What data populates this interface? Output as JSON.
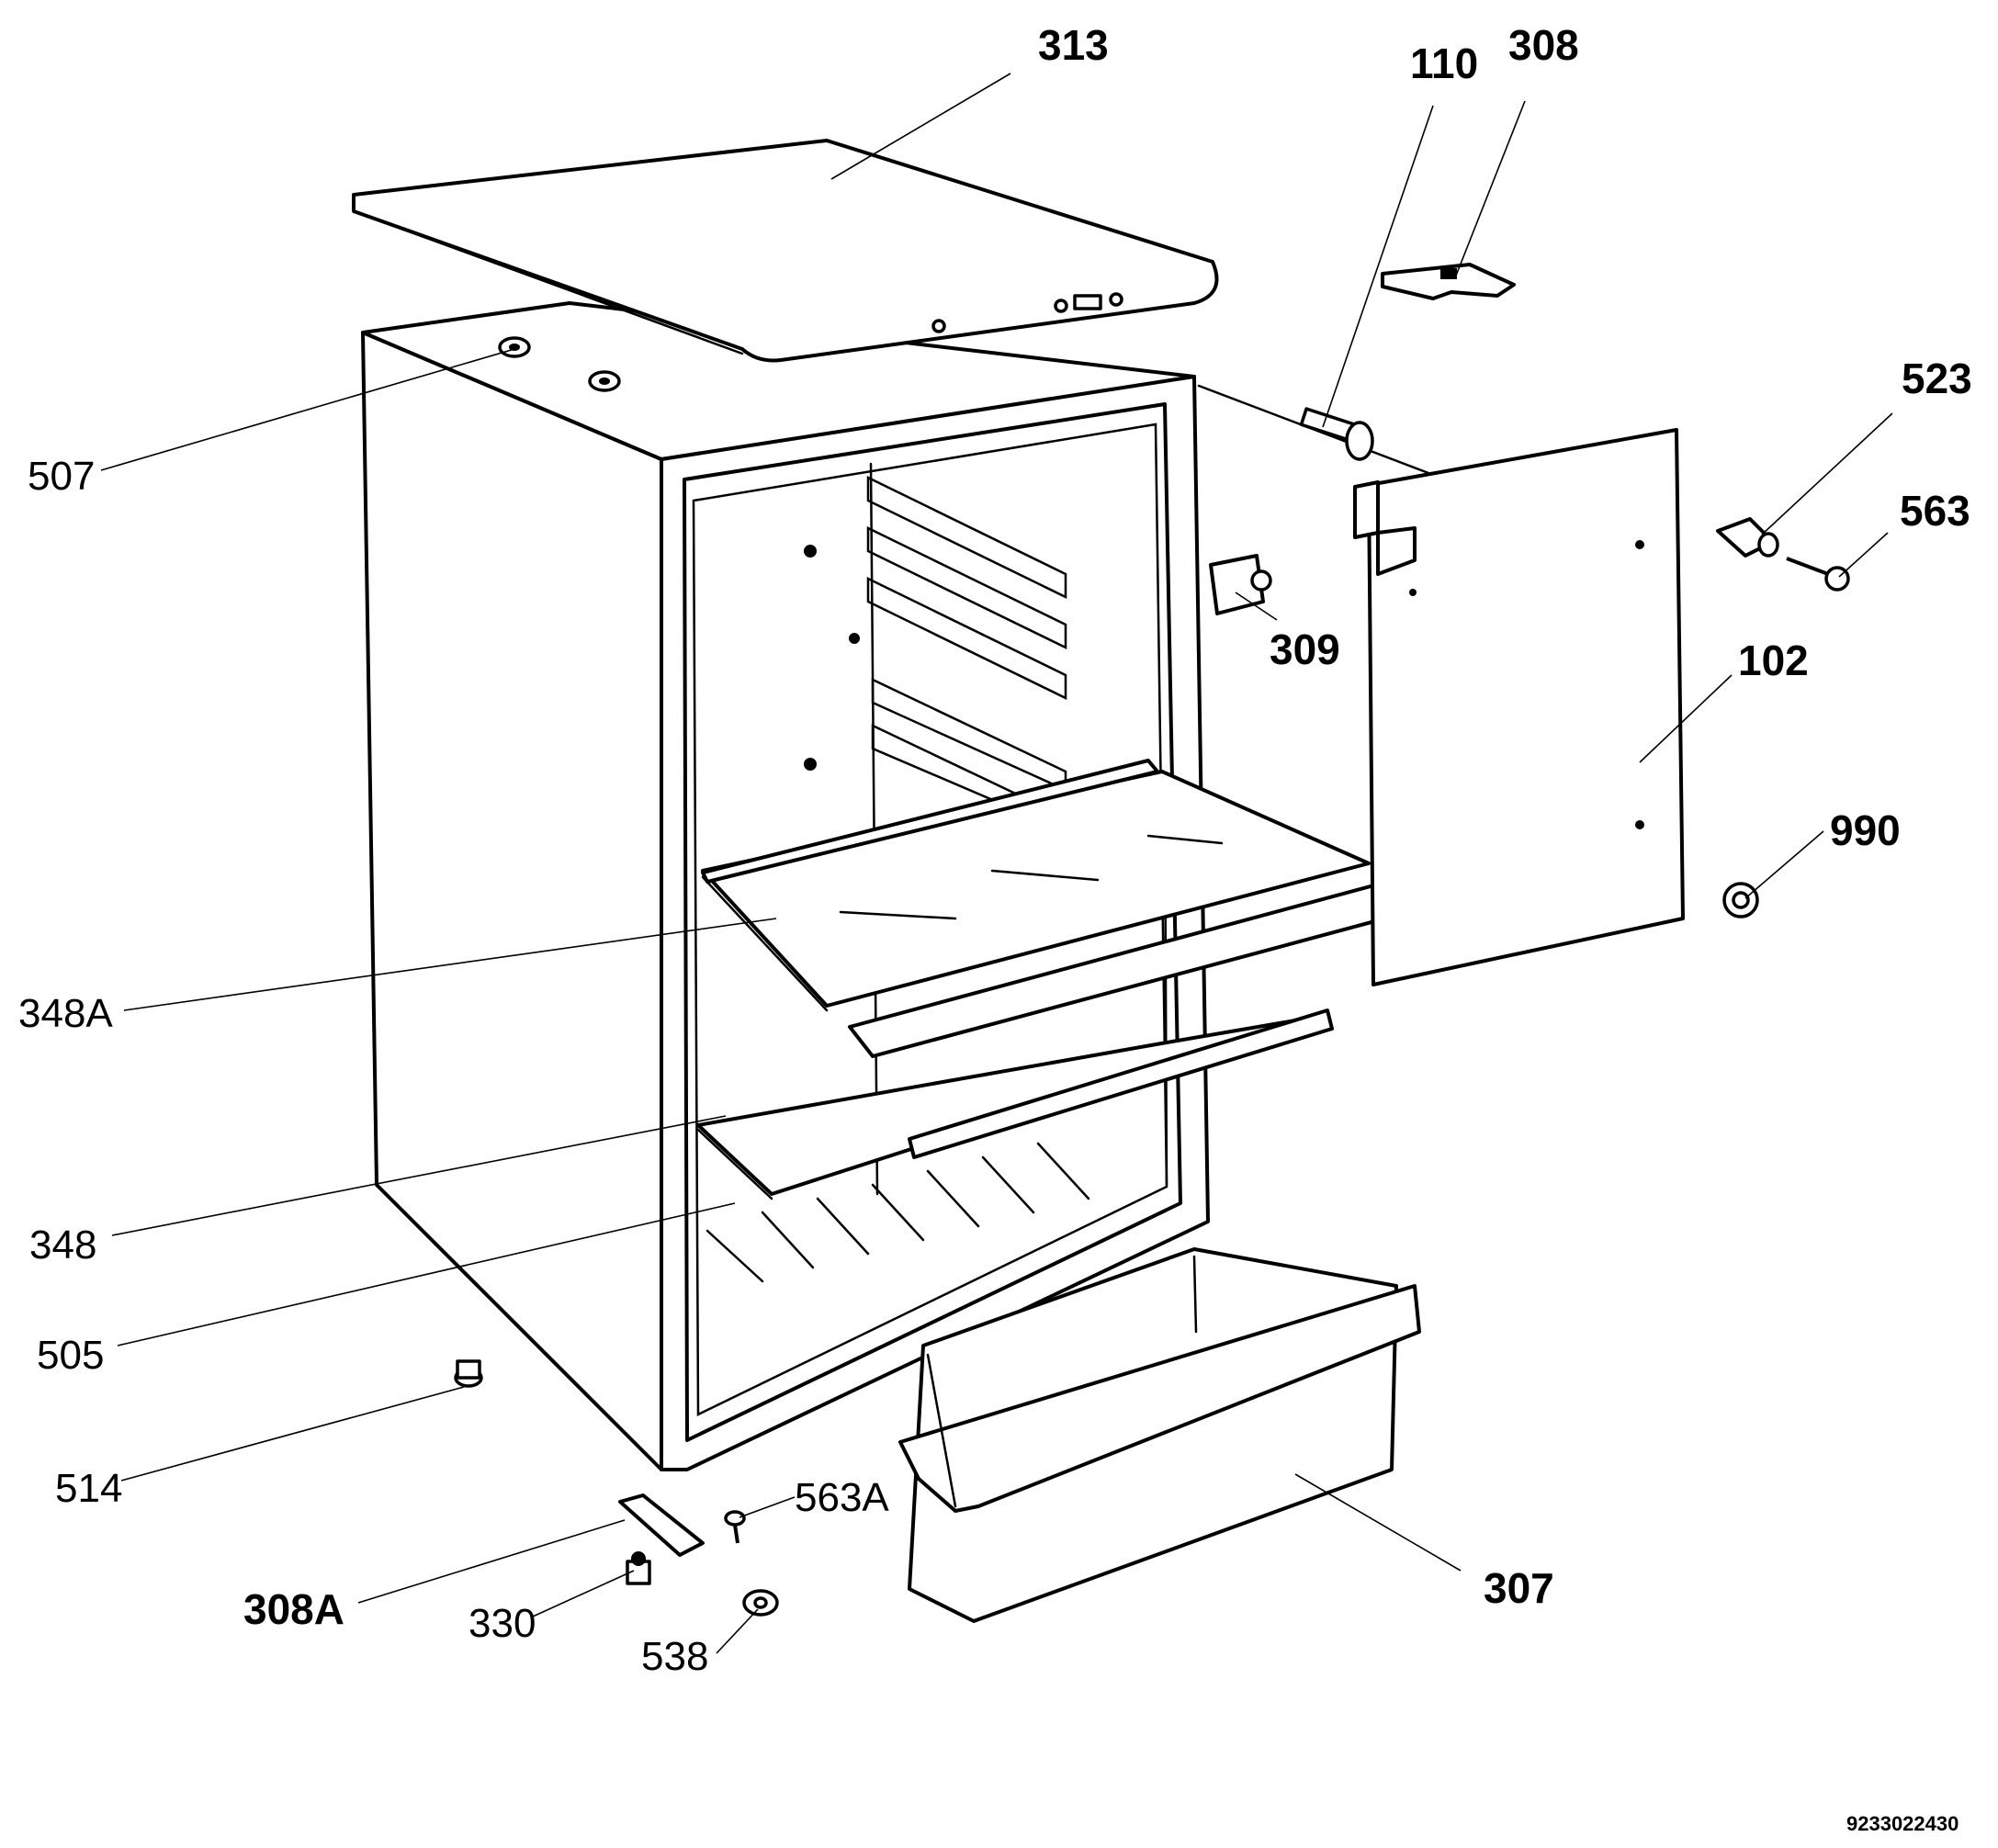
{
  "callouts": {
    "c313": "313",
    "c110": "110",
    "c308": "308",
    "c523": "523",
    "c563": "563",
    "c507": "507",
    "c309": "309",
    "c102": "102",
    "c990": "990",
    "c348A": "348A",
    "c348": "348",
    "c505": "505",
    "c514": "514",
    "c563A": "563A",
    "c308A": "308A",
    "c330": "330",
    "c538": "538",
    "c307": "307"
  },
  "drawing_code": "9233022430"
}
